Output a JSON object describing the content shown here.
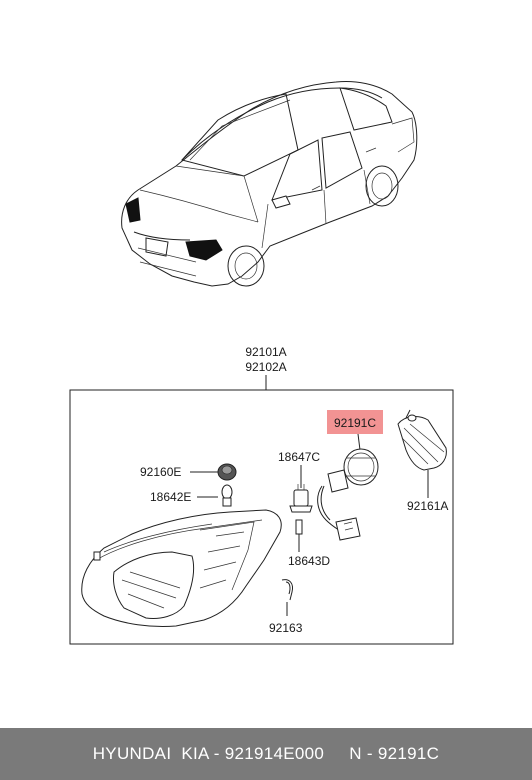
{
  "diagram": {
    "labels": {
      "assembly_1": "92101A",
      "assembly_2": "92102A",
      "p92191c": "92191C",
      "p18647c": "18647C",
      "p92160e": "92160E",
      "p18642e": "18642E",
      "p92161a": "92161A",
      "p18643d": "18643D",
      "p92163": "92163"
    },
    "highlight_color": "#f08080"
  },
  "footer": {
    "text": "HYUNDAI  KIA - 921914E000     N - 92191C"
  }
}
